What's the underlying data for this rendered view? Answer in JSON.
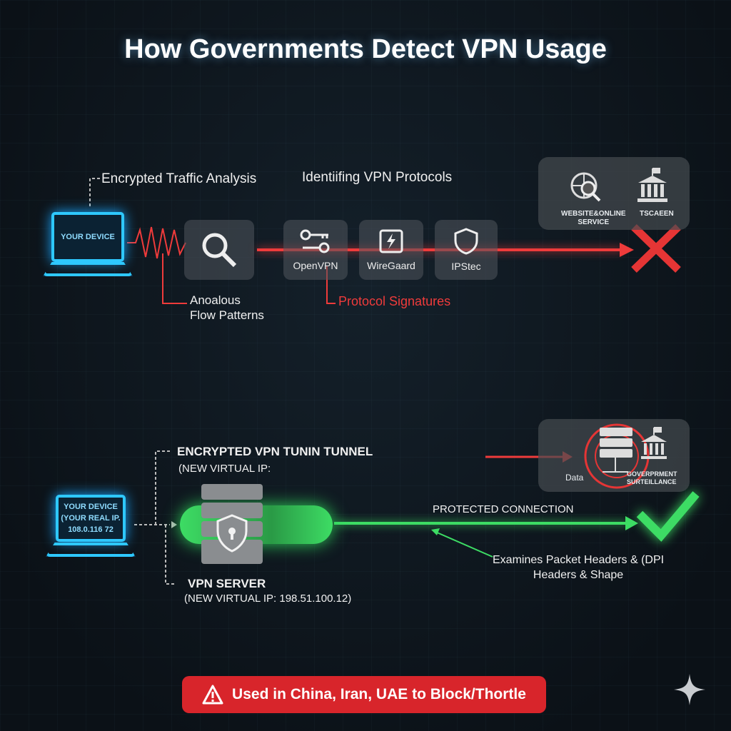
{
  "title": "How Governments Detect VPN Usage",
  "top": {
    "device_label": "YOUR DEVICE",
    "encrypted_traffic": "Encrypted Traffic Analysis",
    "identifying": "Identiifing VPN Protocols",
    "anomalous": "Anoalous",
    "flow_patterns": "Flow Patterns",
    "protocol_signatures": "Protocol Signatures",
    "protocols": [
      "OpenVPN",
      "WireGaard",
      "IPStec"
    ],
    "target_box": {
      "website": "WEBSITE&ONLINE",
      "service": "SERVICE",
      "gov": "TSCAEEN"
    },
    "result": "blocked"
  },
  "bottom": {
    "device_lines": [
      "YOUR DEVICE",
      "(YOUR REAL IP.",
      "108.0.116 72"
    ],
    "tunnel_label": "ENCRYPTED VPN TUNIN TUNNEL",
    "tunnel_sub": "(NEW VIRTUAL IP:",
    "server_label": "VPN SERVER",
    "server_sub": "(NEW VIRTUAL IP: 198.51.100.12)",
    "protected": "PROTECTED CONNECTION",
    "examines_1": "Examines Packet Headers & (DPI",
    "examines_2": "Headers & Shape",
    "surv_box": {
      "data": "Data",
      "gov1": "GOVERPRMENT",
      "gov2": "SURTEILLANCE"
    },
    "result": "allowed"
  },
  "warning": "Used in China, Iran, UAE to Block/Thortle",
  "colors": {
    "red": "#ef3b3b",
    "green": "#3ddc64",
    "cyan": "#2ec8ff"
  }
}
